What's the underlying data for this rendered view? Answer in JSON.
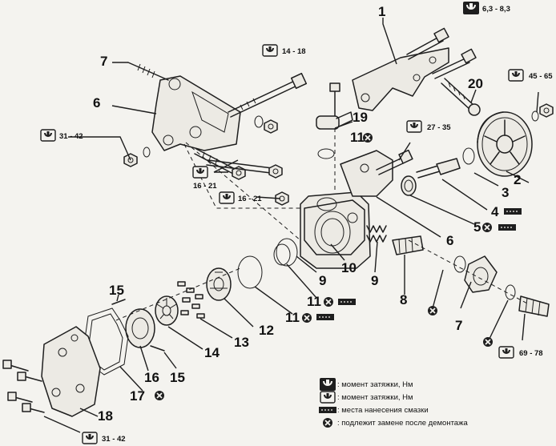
{
  "callouts": {
    "n1": "1",
    "n2": "2",
    "n3": "3",
    "n4": "4",
    "n5": "5",
    "n6a": "6",
    "n6b": "6",
    "n7a": "7",
    "n7b": "7",
    "n8": "8",
    "n9a": "9",
    "n9b": "9",
    "n10": "10",
    "n11a": "11",
    "n11b": "11",
    "n11c": "11",
    "n12": "12",
    "n13": "13",
    "n14": "14",
    "n15a": "15",
    "n15b": "15",
    "n16": "16",
    "n17": "17",
    "n18": "18",
    "n19": "19",
    "n20": "20"
  },
  "torques": {
    "t1": "6,3 - 8,3",
    "t2": "14 - 18",
    "t3": "45 - 65",
    "t4": "31 - 42",
    "t5": "27 - 35",
    "t6": "16 - 21",
    "t7": "16 - 21",
    "t8": "69 - 78",
    "t9": "31 - 42"
  },
  "legend": {
    "item1": ": момент затяжки, Нм",
    "item2": ": момент затяжки, Нм",
    "item3": ": места нанесения смазки",
    "item4": ": подлежит замене после демонтажа"
  },
  "icons": [
    "torque-wrench-icon",
    "torque-socket-icon",
    "grease-icon",
    "replace-x-icon"
  ]
}
